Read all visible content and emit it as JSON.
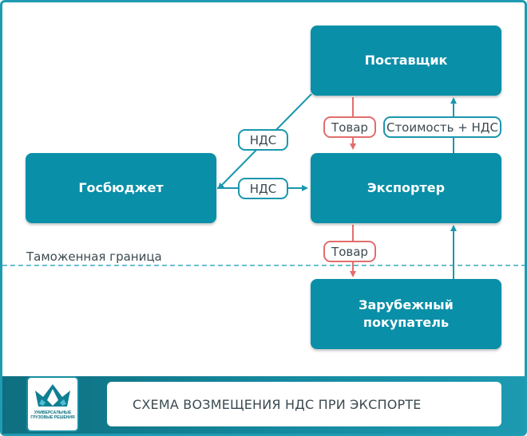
{
  "diagram": {
    "nodes": {
      "supplier": "Поставщик",
      "exporter": "Экспортер",
      "budget": "Госбюджет",
      "foreign_buyer": "Зарубежный\nпокупатель"
    },
    "edge_labels": {
      "goods_supplier_to_exporter": "Товар",
      "cost_vat": "Стоимость + НДС",
      "vat_supplier_to_budget": "НДС",
      "vat_budget_to_exporter": "НДС",
      "goods_exporter_to_buyer": "Товар"
    },
    "customs_border_label": "Таможенная граница"
  },
  "footer": {
    "title": "СХЕМА ВОЗМЕЩЕНИЯ НДС ПРИ ЭКСПОРТЕ",
    "logo_text": "УНИВЕРСАЛЬНЫЕ\nГРУЗОВЫЕ РЕШЕНИЯ"
  },
  "colors": {
    "box": "#0a8fa8",
    "teal_line": "#1a97ad",
    "red_line": "#e26d6d",
    "footer": "#158aa0"
  }
}
